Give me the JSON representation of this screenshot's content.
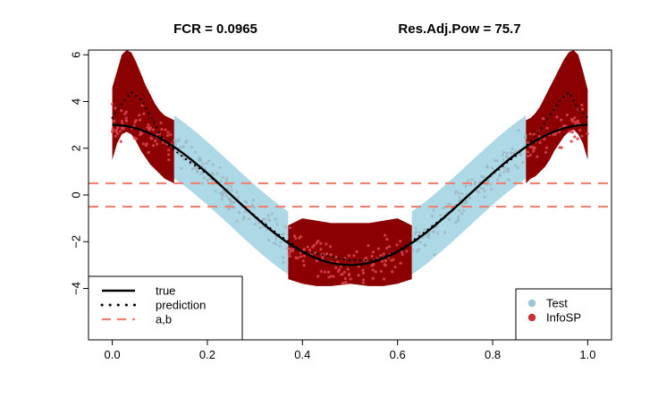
{
  "chart_data": {
    "type": "scatter",
    "title_parts": [
      "FCR =  0.0965",
      "Res.Adj.Pow =  75.7"
    ],
    "xlabel": "",
    "ylabel": "",
    "xlim": [
      -0.05,
      1.05
    ],
    "ylim": [
      -6.2,
      6.2
    ],
    "x_ticks": [
      0.0,
      0.2,
      0.4,
      0.6,
      0.8,
      1.0
    ],
    "x_tick_labels": [
      "0.0",
      "0.2",
      "0.4",
      "0.6",
      "0.8",
      "1.0"
    ],
    "y_ticks": [
      -4,
      -2,
      0,
      2,
      4,
      6
    ],
    "y_tick_labels": [
      "−4",
      "−2",
      "0",
      "2",
      "4",
      "6"
    ],
    "grid": false,
    "thresholds": {
      "a": 0.5,
      "b": -0.5
    },
    "true_curve": {
      "x": [
        0,
        0.05,
        0.1,
        0.15,
        0.2,
        0.25,
        0.3,
        0.35,
        0.4,
        0.45,
        0.5,
        0.55,
        0.6,
        0.65,
        0.7,
        0.75,
        0.8,
        0.85,
        0.9,
        0.95,
        1.0
      ],
      "y": [
        3.0,
        2.85,
        2.43,
        1.76,
        0.93,
        0.0,
        -0.93,
        -1.76,
        -2.43,
        -2.85,
        -3.0,
        -2.85,
        -2.43,
        -1.76,
        -0.93,
        0.0,
        0.93,
        1.76,
        2.43,
        2.85,
        3.0
      ]
    },
    "prediction_curve": {
      "x": [
        0,
        0.02,
        0.04,
        0.06,
        0.08,
        0.1,
        0.12,
        0.15,
        0.2,
        0.25,
        0.3,
        0.35,
        0.4,
        0.45,
        0.5,
        0.55,
        0.6,
        0.65,
        0.7,
        0.75,
        0.8,
        0.85,
        0.88,
        0.9,
        0.92,
        0.94,
        0.96,
        0.98,
        1.0
      ],
      "y": [
        3.3,
        3.9,
        4.4,
        4.1,
        3.4,
        2.6,
        2.1,
        1.6,
        0.9,
        0.0,
        -0.9,
        -1.7,
        -2.4,
        -2.6,
        -2.8,
        -2.8,
        -2.4,
        -1.7,
        -0.9,
        0.0,
        0.9,
        1.7,
        2.3,
        2.8,
        3.4,
        4.0,
        4.4,
        3.7,
        3.3
      ]
    },
    "test_band_ranges": [
      [
        0.13,
        0.37
      ],
      [
        0.63,
        0.87
      ]
    ],
    "infosp_band_ranges": [
      [
        0.0,
        0.13
      ],
      [
        0.37,
        0.63
      ],
      [
        0.87,
        1.0
      ]
    ],
    "infosp_envelope": {
      "x": [
        0,
        0.01,
        0.02,
        0.03,
        0.04,
        0.05,
        0.06,
        0.07,
        0.08,
        0.09,
        0.1,
        0.11,
        0.12,
        0.13,
        0.37,
        0.4,
        0.43,
        0.46,
        0.5,
        0.54,
        0.57,
        0.6,
        0.63,
        0.87,
        0.88,
        0.89,
        0.9,
        0.91,
        0.92,
        0.93,
        0.94,
        0.95,
        0.96,
        0.97,
        0.98,
        0.99,
        1.0
      ],
      "upper": [
        4.6,
        5.3,
        6.0,
        6.2,
        6.1,
        5.7,
        5.2,
        4.7,
        4.3,
        3.9,
        3.6,
        3.4,
        3.3,
        3.2,
        -1.3,
        -1.0,
        -1.1,
        -1.2,
        -1.2,
        -1.2,
        -1.1,
        -1.0,
        -1.3,
        3.2,
        3.3,
        3.5,
        3.8,
        4.2,
        4.6,
        5.0,
        5.4,
        5.8,
        6.1,
        6.2,
        6.0,
        5.3,
        4.5
      ],
      "lower": [
        1.5,
        2.2,
        2.6,
        2.7,
        2.6,
        2.3,
        1.9,
        1.6,
        1.3,
        1.1,
        0.9,
        0.7,
        0.6,
        0.5,
        -3.6,
        -3.8,
        -3.9,
        -3.9,
        -3.8,
        -3.9,
        -3.9,
        -3.8,
        -3.6,
        0.5,
        0.7,
        0.8,
        1.0,
        1.2,
        1.5,
        1.9,
        2.2,
        2.5,
        2.7,
        2.8,
        2.6,
        2.2,
        1.5
      ]
    },
    "test_band_halfwidth": 1.35,
    "legend_left": {
      "placement": "bottom-left",
      "entries": [
        {
          "label": "true",
          "style": "solid",
          "color": "#000000"
        },
        {
          "label": "prediction",
          "style": "dotted",
          "color": "#000000"
        },
        {
          "label": "a,b",
          "style": "dashed",
          "color": "#F08070"
        }
      ]
    },
    "legend_right": {
      "placement": "bottom-right",
      "entries": [
        {
          "label": "Test",
          "color": "#9AC6D6"
        },
        {
          "label": "InfoSP",
          "color": "#C8303A"
        }
      ]
    },
    "colors": {
      "test_band": "#ADD8E6",
      "test_points": "#9AB6BF",
      "infosp_band": "#8B0000",
      "infosp_points": "#D8404A",
      "threshold": "#F08070",
      "true_line": "#000000"
    }
  }
}
